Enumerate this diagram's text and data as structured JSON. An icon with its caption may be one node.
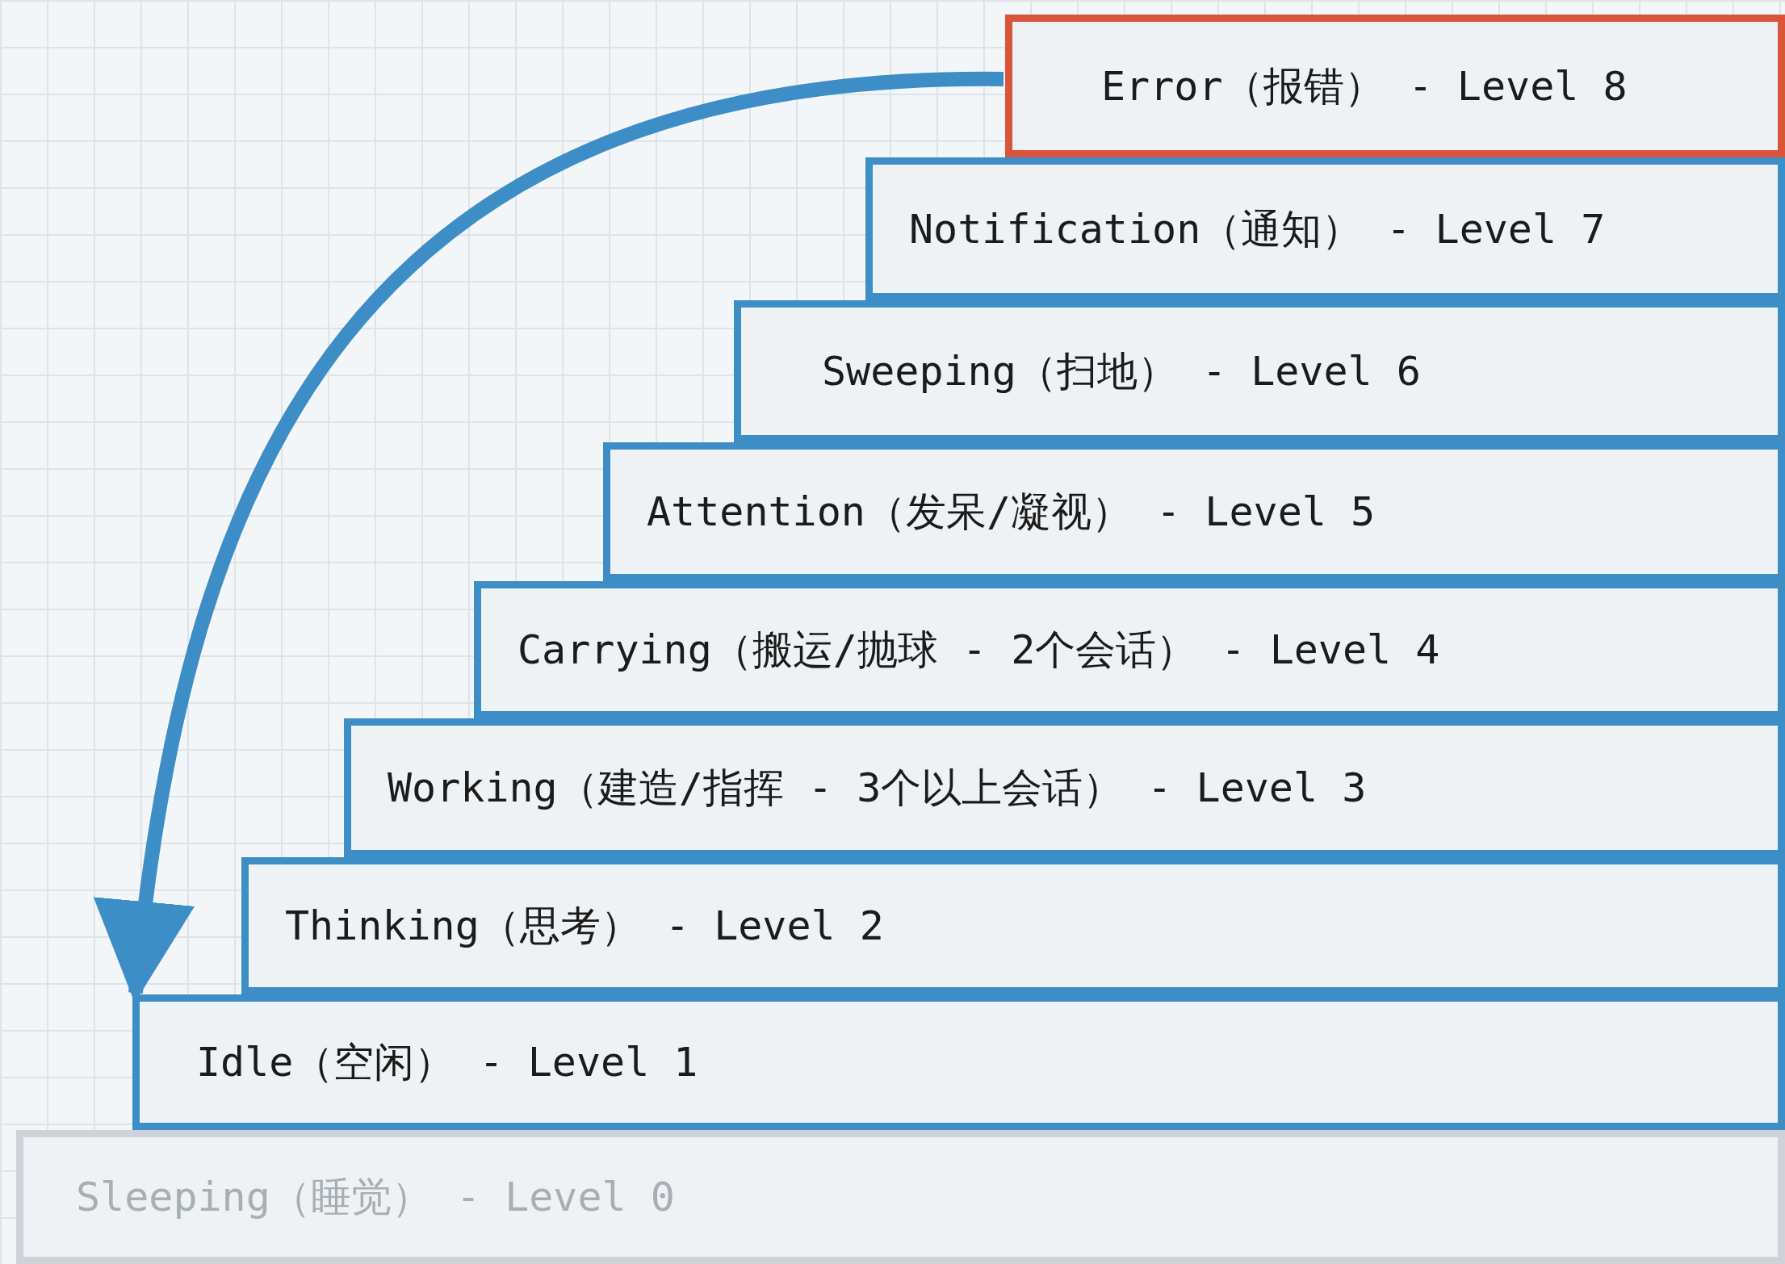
{
  "diagram": {
    "nodes": [
      {
        "text": [
          "Error（报错） - Level 8"
        ]
      },
      {
        "text": [
          "Notification（通知） - Level 7"
        ]
      },
      {
        "text": [
          "Sweeping（扫地） - Level 6"
        ]
      },
      {
        "text": [
          "Attention（发呆/凝视） - Level 5"
        ]
      },
      {
        "text": [
          "Carrying（搬运/抛球 - 2个会话） - Level 4"
        ]
      },
      {
        "text": [
          "Working（建造/指挥 - 3个以上会话） - Level 3"
        ]
      },
      {
        "text": [
          "Thinking（思考） - Level 2"
        ]
      },
      {
        "text": [
          "Idle（空闲） - Level 1"
        ]
      },
      {
        "text": [
          "Sleeping（睡觉） - Level 0"
        ]
      }
    ],
    "edges": [
      {
        "from": 0,
        "to": 7,
        "arrow": "to"
      }
    ]
  }
}
